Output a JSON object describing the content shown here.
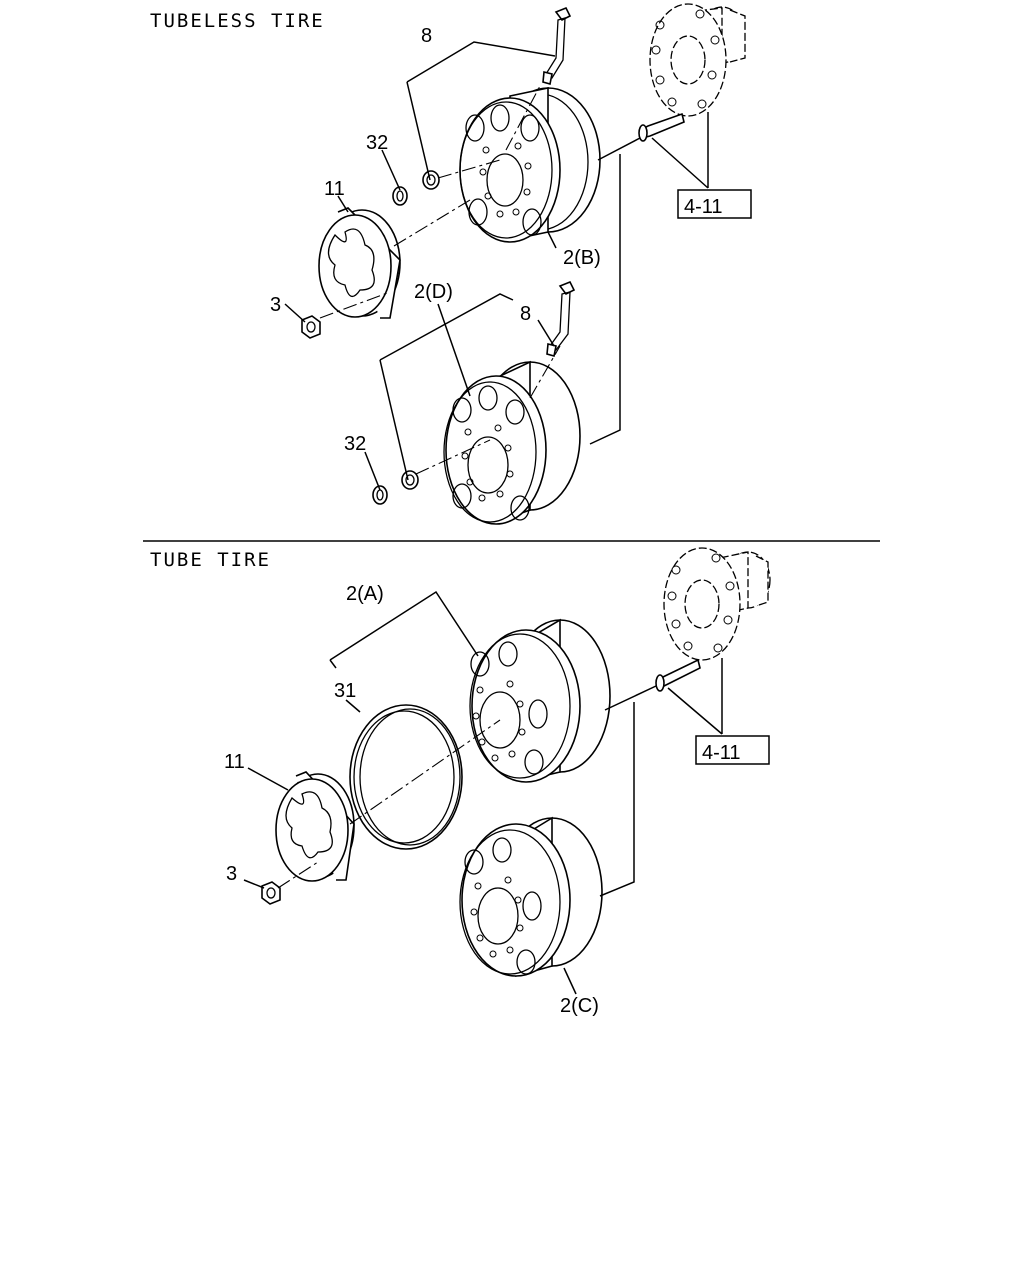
{
  "sections": {
    "tubeless_title": "TUBELESS TIRE",
    "tube_title": "TUBE TIRE"
  },
  "callouts": {
    "valve_upper": "8",
    "nut_inner_upper": "32",
    "cap_upper": "11",
    "wheel_b": "2(B)",
    "wheel_d": "2(D)",
    "valve_lower": "8",
    "nut_cap_upper": "3",
    "nut_inner_lower": "32",
    "wheel_a": "2(A)",
    "ring": "31",
    "cap_lower": "11",
    "nut_cap_lower": "3",
    "wheel_c": "2(C)"
  },
  "references": {
    "hub_upper": "4-11",
    "hub_lower": "4-11"
  }
}
